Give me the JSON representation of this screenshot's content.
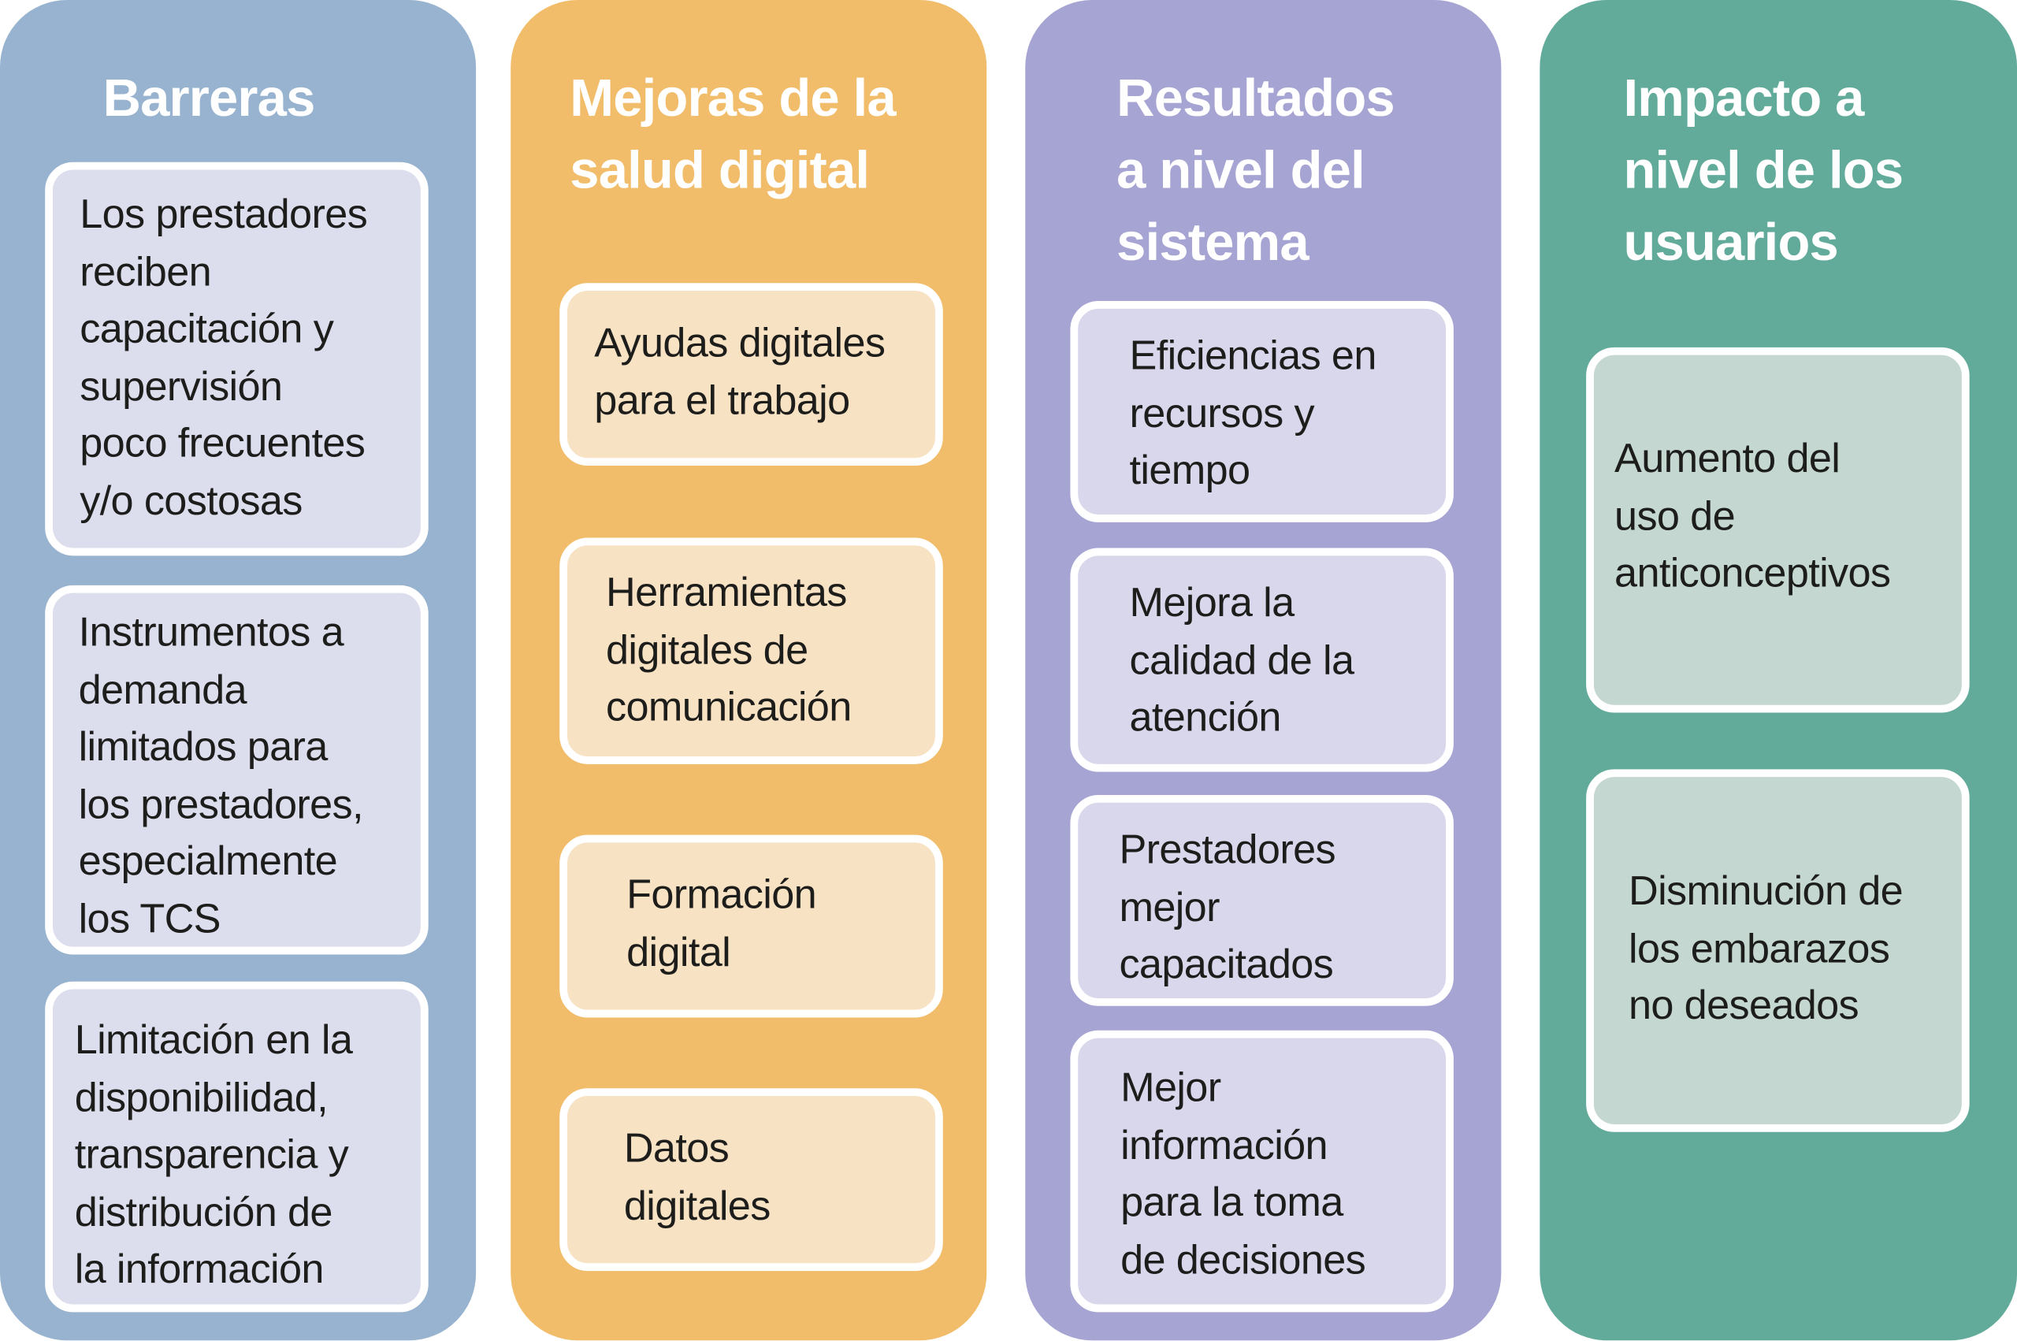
{
  "colors": {
    "barreras": "#97b3cf",
    "mejoras": "#f1bd6a",
    "resultados": "#a6a4d3",
    "impacto": "#62ab9b",
    "barreras_box": "#dcdeee",
    "mejoras_box": "#f8e2c4",
    "resultados_box": "#d9d7ec",
    "impacto_box": "#c4d7d0"
  },
  "columns": [
    {
      "title": "Barreras",
      "items": [
        "Los prestadores\nreciben\ncapacitación y\nsupervisión\npoco frecuentes\n y/o costosas",
        "Instrumentos a\ndemanda\nlimitados para\nlos prestadores,\nespecialmente\nlos TCS",
        "Limitación en la\ndisponibilidad,\ntransparencia y\ndistribución de\nla información"
      ]
    },
    {
      "title": "Mejoras de la\nsalud digital",
      "items": [
        "Ayudas digitales\npara el trabajo",
        "Herramientas\ndigitales de\ncomunicación",
        "Formación\ndigital",
        "Datos\ndigitales"
      ]
    },
    {
      "title": "Resultados\na nivel del\nsistema",
      "items": [
        "Eficiencias en\nrecursos y\ntiempo",
        "Mejora la\ncalidad de la\natención",
        "Prestadores\nmejor\ncapacitados",
        "Mejor\ninformación\npara la toma\nde decisiones"
      ]
    },
    {
      "title": "Impacto a\nnivel de los\nusuarios",
      "items": [
        "Aumento del\nuso de\nanticonceptivos",
        "Disminución de\nlos embarazos\nno deseados"
      ]
    }
  ]
}
